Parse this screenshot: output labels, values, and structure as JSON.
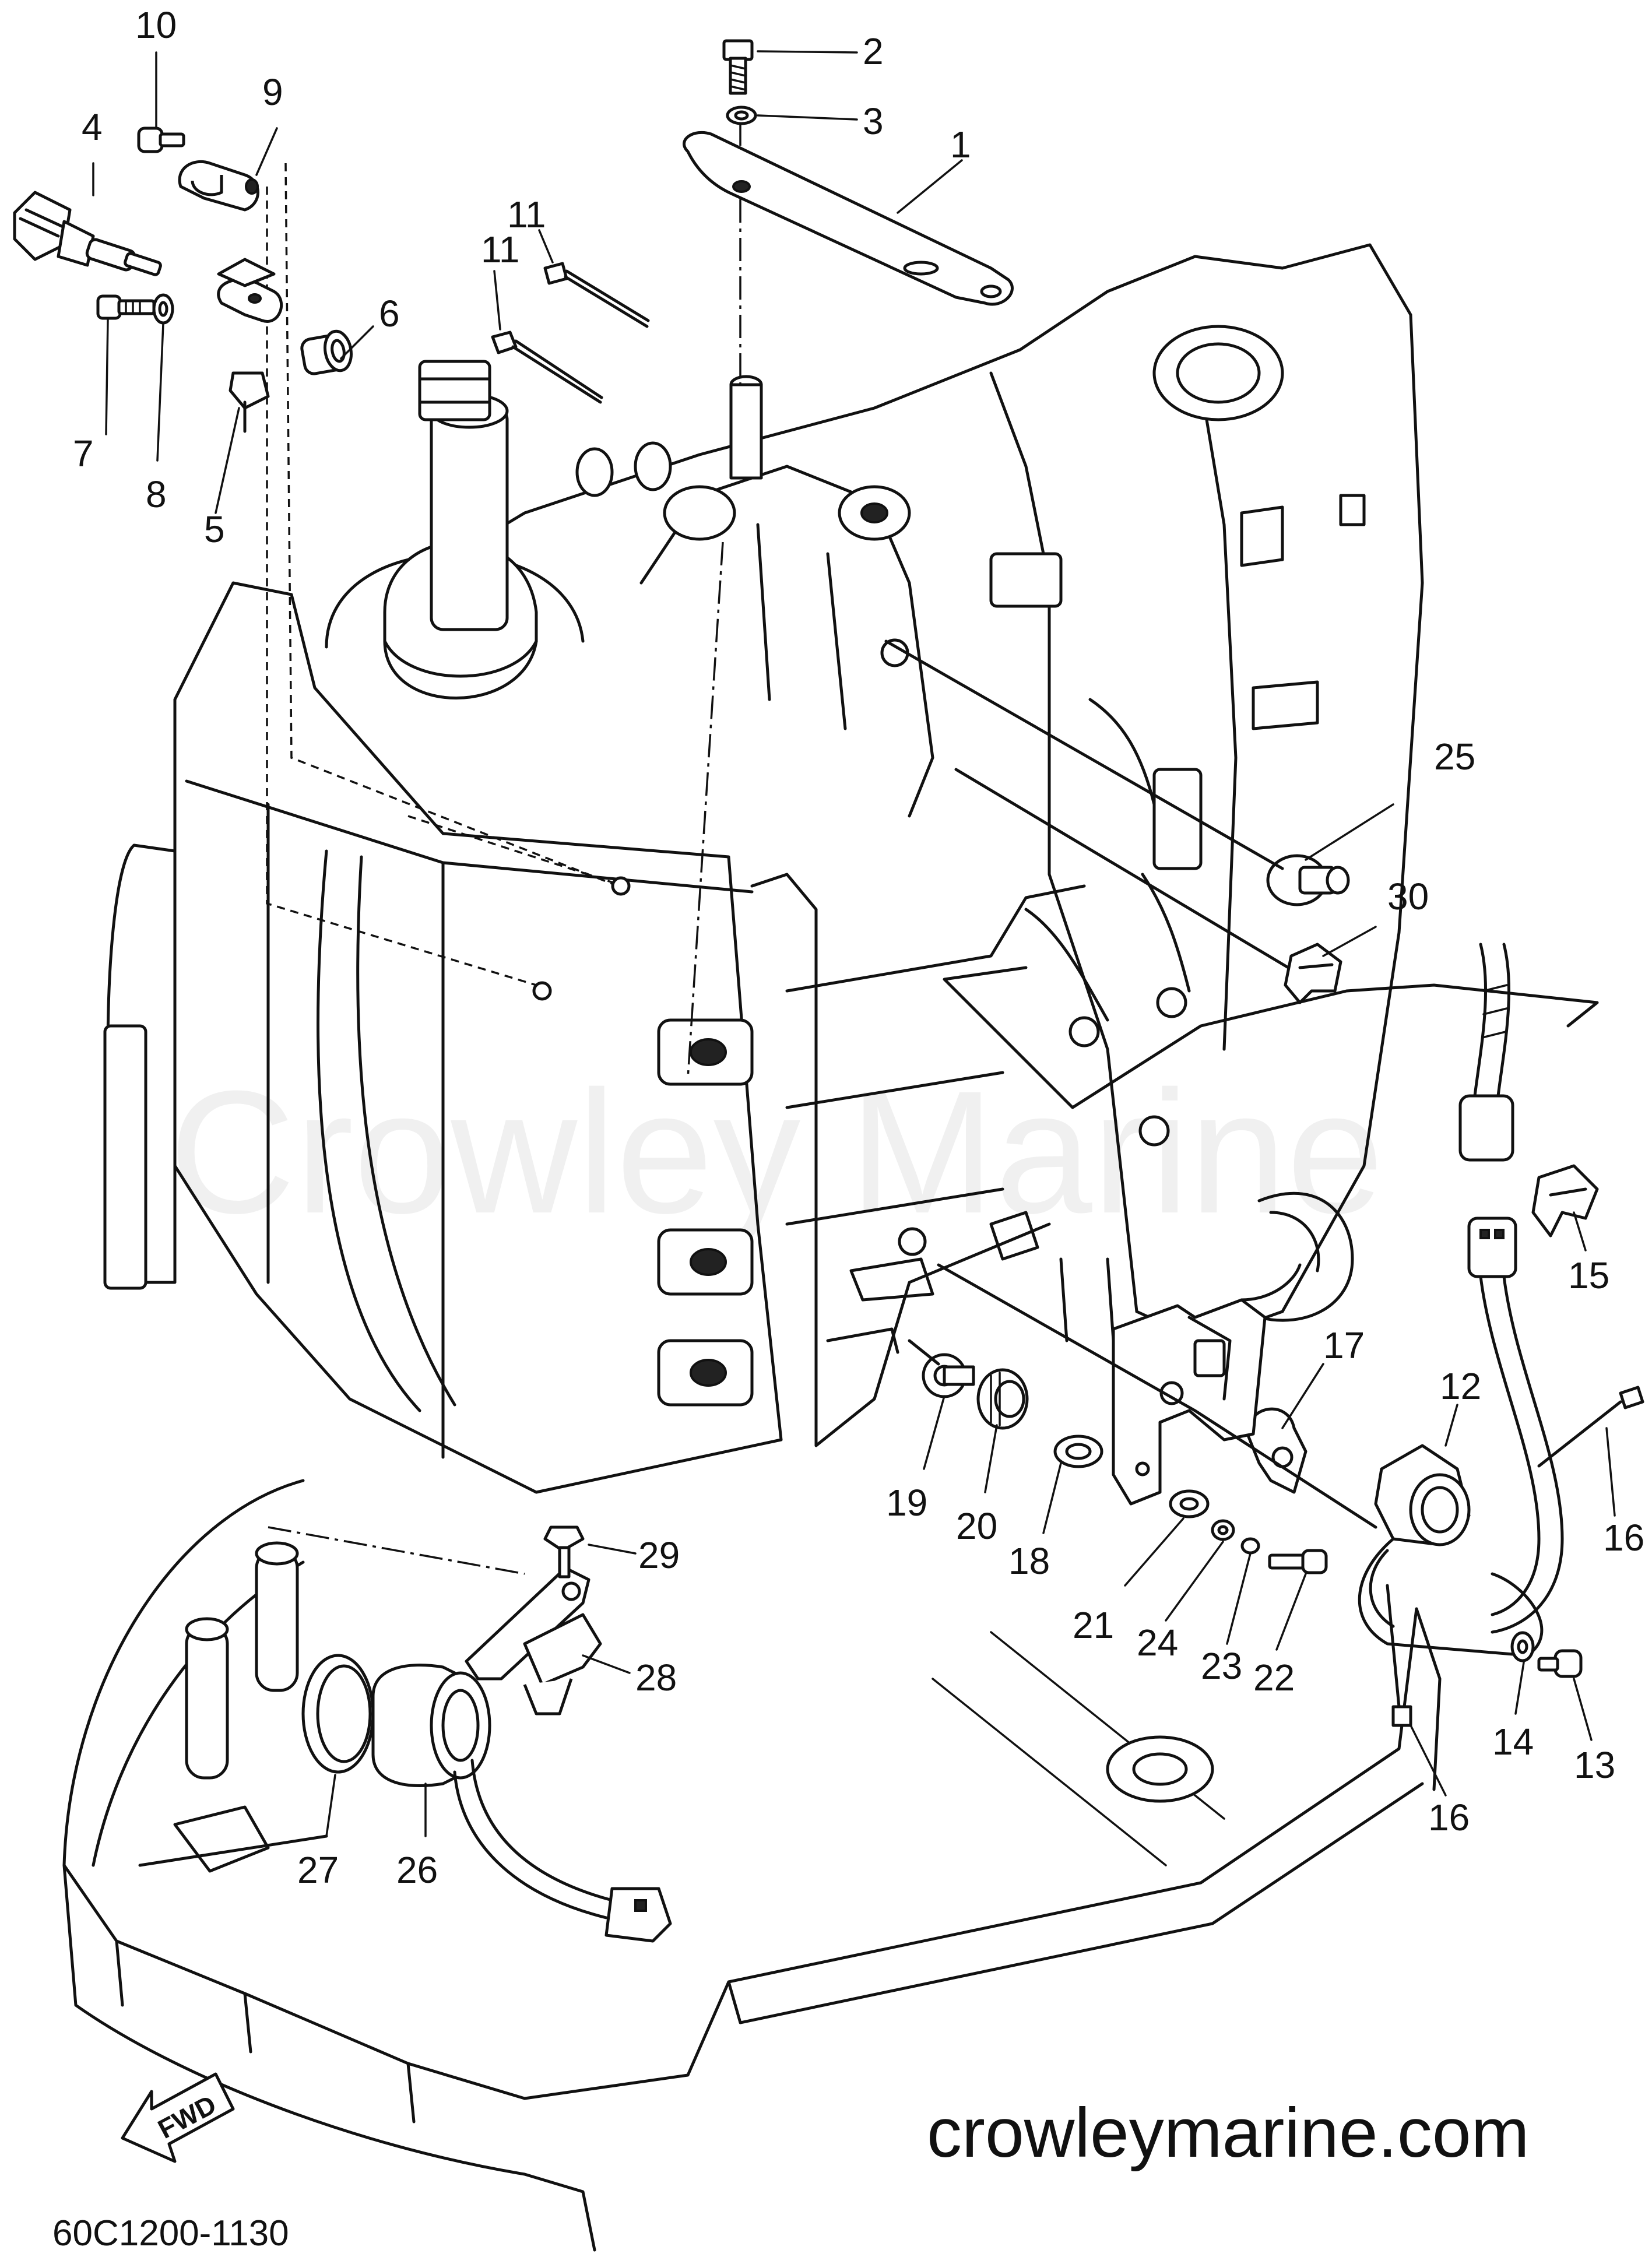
{
  "watermark": "Crowley Marine",
  "website": "crowleymarine.com",
  "diagram_code": "60C1200-1130",
  "fwd_label": "FWD",
  "callouts": [
    {
      "id": "c1",
      "label": "1"
    },
    {
      "id": "c2",
      "label": "2"
    },
    {
      "id": "c3",
      "label": "3"
    },
    {
      "id": "c4",
      "label": "4"
    },
    {
      "id": "c5",
      "label": "5"
    },
    {
      "id": "c6",
      "label": "6"
    },
    {
      "id": "c7",
      "label": "7"
    },
    {
      "id": "c8",
      "label": "8"
    },
    {
      "id": "c9",
      "label": "9"
    },
    {
      "id": "c10",
      "label": "10"
    },
    {
      "id": "c11a",
      "label": "11"
    },
    {
      "id": "c11b",
      "label": "11"
    },
    {
      "id": "c12",
      "label": "12"
    },
    {
      "id": "c13",
      "label": "13"
    },
    {
      "id": "c14",
      "label": "14"
    },
    {
      "id": "c15",
      "label": "15"
    },
    {
      "id": "c16a",
      "label": "16"
    },
    {
      "id": "c16b",
      "label": "16"
    },
    {
      "id": "c17",
      "label": "17"
    },
    {
      "id": "c18",
      "label": "18"
    },
    {
      "id": "c19",
      "label": "19"
    },
    {
      "id": "c20",
      "label": "20"
    },
    {
      "id": "c21",
      "label": "21"
    },
    {
      "id": "c22",
      "label": "22"
    },
    {
      "id": "c23",
      "label": "23"
    },
    {
      "id": "c24",
      "label": "24"
    },
    {
      "id": "c25",
      "label": "25"
    },
    {
      "id": "c26",
      "label": "26"
    },
    {
      "id": "c27",
      "label": "27"
    },
    {
      "id": "c28",
      "label": "28"
    },
    {
      "id": "c29",
      "label": "29"
    },
    {
      "id": "c30",
      "label": "30"
    }
  ]
}
